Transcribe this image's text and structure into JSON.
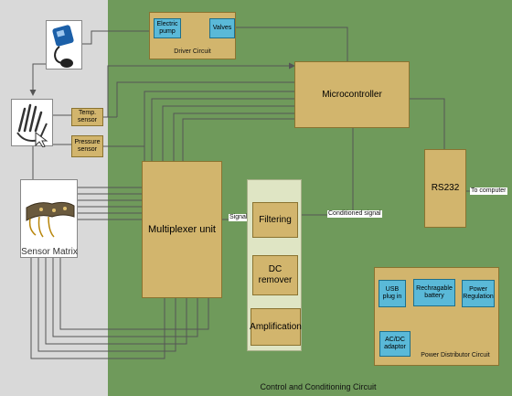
{
  "colors": {
    "left_panel": "#d9d9d9",
    "circuit_board": "#6f9a5b",
    "module_box": "#d2b56d",
    "sub_unit": "#5ab9d8",
    "conditioning_panel": "#dfe5c4",
    "line": "#555555"
  },
  "left_panel": {
    "pump_icon": "blood-pressure-cuff-icon",
    "hand_icon": "hand-icon",
    "sensor_matrix_icon": "sensor-matrix-icon",
    "sensor_matrix_label": "Sensor Matrix",
    "temp_sensor": "Temp. sensor",
    "pressure_sensor": "Pressure sensor"
  },
  "driver_circuit": {
    "title": "Driver Circuit",
    "pump": "Electric pump",
    "valves": "Valves"
  },
  "microcontroller": "Microcontroller",
  "multiplexer": "Multiplexer unit",
  "signal_label": "Signal",
  "conditioning": {
    "filtering": "Filtering",
    "dc_remover": "DC remover",
    "amplification": "Amplification"
  },
  "conditioned_signal_label": "Conditioned signal",
  "rs232": "RS232",
  "to_computer": "To computer",
  "power": {
    "title": "Power Distributor Circuit",
    "usb": "USB plug in",
    "battery": "Rechragable battery",
    "regulation": "Power Regulation",
    "adaptor": "AC/DC adaptor"
  },
  "board_title": "Control and Conditioning Circuit"
}
